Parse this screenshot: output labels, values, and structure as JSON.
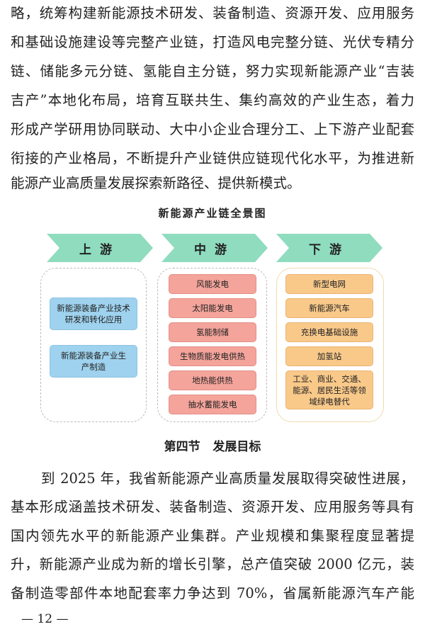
{
  "top_paragraph": [
    "略，统筹构建新能源技术研发、装备制造、资源开发、应用服务",
    "和基础设施建设等完整产业链，打造风电完整分链、光伏专精分",
    "链、储能多元分链、氢能自主分链，努力实现新能源产业“吉装",
    "吉产”本地化布局，培育互联共生、集约高效的产业生态，着力",
    "形成产学研用协同联动、大中小企业合理分工、上下游产业配套",
    "衔接的产业格局，不断提升产业链供应链现代化水平，为推进新",
    "能源产业高质量发展探索新路径、提供新模式。"
  ],
  "diagram": {
    "title": "新能源产业链全景图",
    "stages": [
      "上游",
      "中游",
      "下游"
    ],
    "upstream": [
      "新能源装备产业技术研发和转化应用",
      "新能源装备产业生产制造"
    ],
    "midstream": [
      "风能发电",
      "太阳能发电",
      "氢能制储",
      "生物质能发电供热",
      "地热能供热",
      "抽水蓄能发电"
    ],
    "downstream": [
      "新型电网",
      "新能源汽车",
      "充换电基础设施",
      "加氢站",
      "工业、商业、交通、能源、居民生活等领域绿电替代"
    ],
    "colors": {
      "chevron": "#8fdcbf",
      "upstream": "#9fd2ee",
      "midstream": "#f4a49b",
      "downstream": "#f9c98a"
    }
  },
  "section_heading": "第四节   发展目标",
  "bottom_paragraph": [
    "到 2025 年，我省新能源产业高质量发展取得突破性进展，",
    "基本形成涵盖技术研发、装备制造、资源开发、应用服务等具有",
    "国内领先水平的新能源产业集群。产业规模和集聚程度显著提",
    "升，新能源产业成为新的增长引擎，总产值突破 2000 亿元，装",
    "备制造零部件本地配套率力争达到 70%，省属新能源汽车产能"
  ],
  "page_number": "— 12 —"
}
